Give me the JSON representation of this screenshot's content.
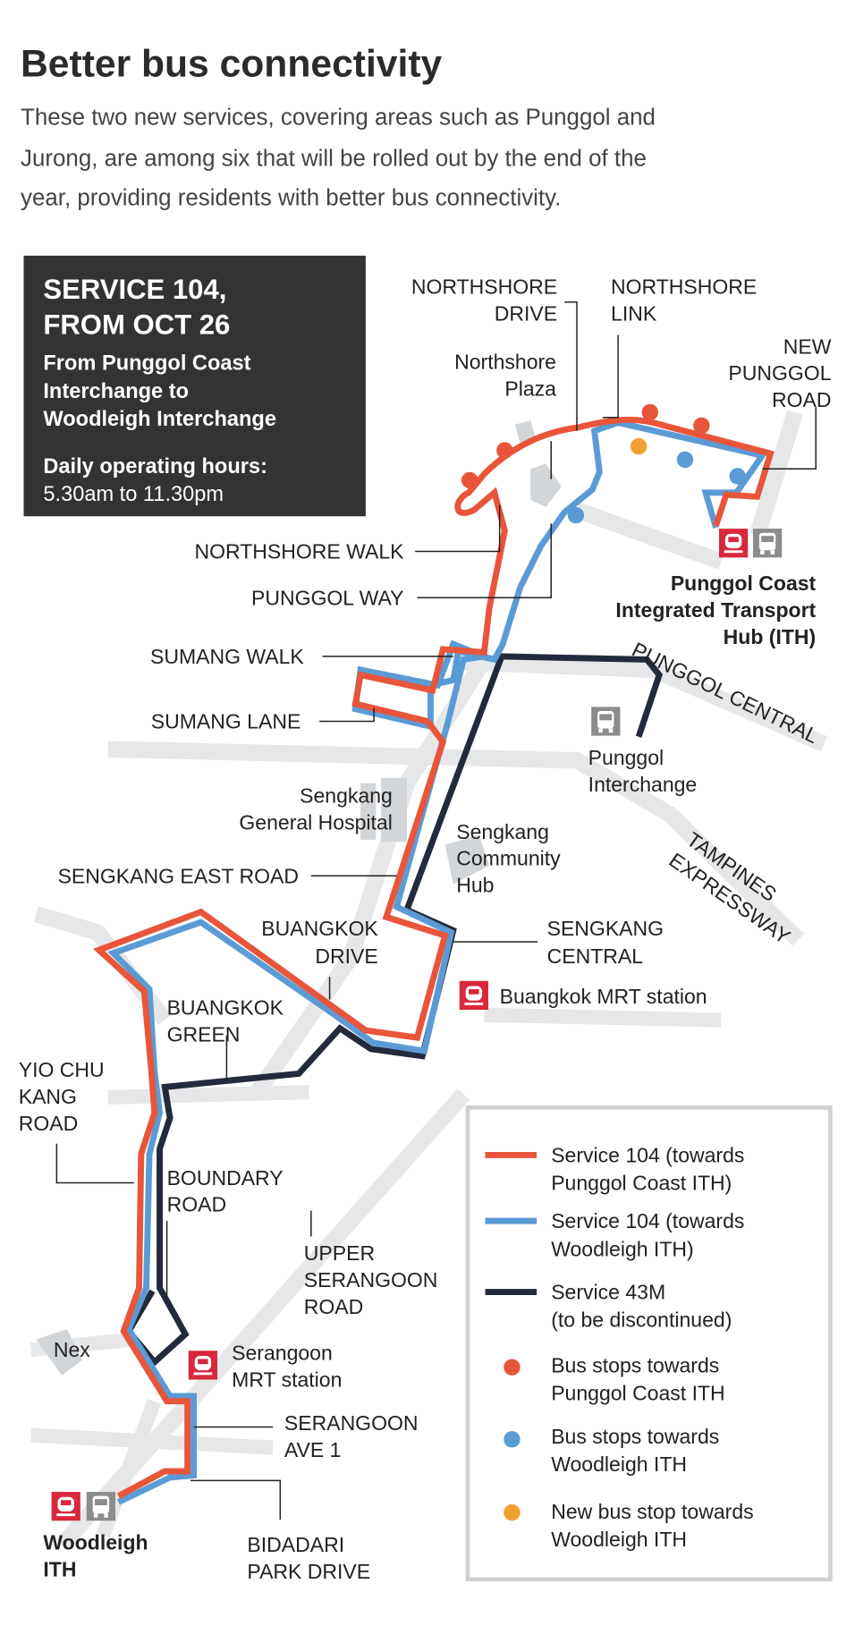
{
  "header": {
    "title": "Better bus connectivity",
    "intro_lines": [
      "These two new services, covering areas such as Punggol and",
      "Jurong, are among six that will be rolled out by the end of the",
      "year, providing residents with better bus connectivity."
    ]
  },
  "info_box": {
    "service_lines": [
      "SERVICE 104,",
      "FROM OCT 26"
    ],
    "route_lines": [
      "From Punggol Coast",
      "Interchange to",
      "Woodleigh Interchange"
    ],
    "hours_label": "Daily operating hours:",
    "hours_value": "5.30am to 11.30pm"
  },
  "map": {
    "roads": {
      "northshore_drive": [
        "NORTHSHORE",
        "DRIVE"
      ],
      "northshore_link": [
        "NORTHSHORE",
        "LINK"
      ],
      "new_punggol_road": [
        "NEW",
        "PUNGGOL",
        "ROAD"
      ],
      "northshore_walk": "NORTHSHORE WALK",
      "punggol_way": "PUNGGOL WAY",
      "sumang_walk": "SUMANG WALK",
      "sumang_lane": "SUMANG LANE",
      "punggol_central": "PUNGGOL CENTRAL",
      "tampines_expressway": [
        "TAMPINES",
        "EXPRESSWAY"
      ],
      "sengkang_east_road": "SENGKANG EAST ROAD",
      "buangkok_drive": [
        "BUANGKOK",
        "DRIVE"
      ],
      "sengkang_central": [
        "SENGKANG",
        "CENTRAL"
      ],
      "buangkok_green": [
        "BUANGKOK",
        "GREEN"
      ],
      "yio_chu_kang_road": [
        "YIO CHU",
        "KANG",
        "ROAD"
      ],
      "boundary_road": [
        "BOUNDARY",
        "ROAD"
      ],
      "upper_serangoon_road": [
        "UPPER",
        "SERANGOON",
        "ROAD"
      ],
      "serangoon_ave_1": [
        "SERANGOON",
        "AVE 1"
      ],
      "bidadari_park_drive": [
        "BIDADARI",
        "PARK DRIVE"
      ]
    },
    "places": {
      "northshore_plaza": [
        "Northshore",
        "Plaza"
      ],
      "punggol_coast_ith": [
        "Punggol Coast",
        "Integrated Transport",
        "Hub (ITH)"
      ],
      "punggol_interchange": [
        "Punggol",
        "Interchange"
      ],
      "sengkang_general_hospital": [
        "Sengkang",
        "General Hospital"
      ],
      "sengkang_community_hub": [
        "Sengkang",
        "Community",
        "Hub"
      ],
      "buangkok_mrt": "Buangkok MRT station",
      "nex": "Nex",
      "serangoon_mrt": [
        "Serangoon",
        "MRT station"
      ],
      "woodleigh_ith": [
        "Woodleigh",
        "ITH"
      ]
    },
    "icons": [
      "mrt-train-icon",
      "bus-icon"
    ]
  },
  "legend": {
    "items": [
      {
        "type": "line",
        "color": "#e8553a",
        "lines": [
          "Service 104 (towards",
          "Punggol Coast ITH)"
        ]
      },
      {
        "type": "line",
        "color": "#5b9bd5",
        "lines": [
          "Service 104 (towards",
          "Woodleigh ITH)"
        ]
      },
      {
        "type": "line",
        "color": "#232a3b",
        "lines": [
          "Service 43M",
          "(to be discontinued)"
        ]
      },
      {
        "type": "dot",
        "color": "#e8553a",
        "lines": [
          "Bus stops towards",
          "Punggol Coast ITH"
        ]
      },
      {
        "type": "dot",
        "color": "#5b9bd5",
        "lines": [
          "Bus stops towards",
          "Woodleigh ITH"
        ]
      },
      {
        "type": "dot",
        "color": "#f0a030",
        "lines": [
          "New bus stop towards",
          "Woodleigh ITH"
        ]
      }
    ]
  },
  "colors": {
    "orange_route": "#e8553a",
    "blue_route": "#5b9bd5",
    "navy_route": "#232a3b",
    "new_stop": "#f0a030",
    "mrt_red": "#d8283c",
    "bus_gray": "#8c8c8c",
    "info_box_bg": "#333333"
  }
}
